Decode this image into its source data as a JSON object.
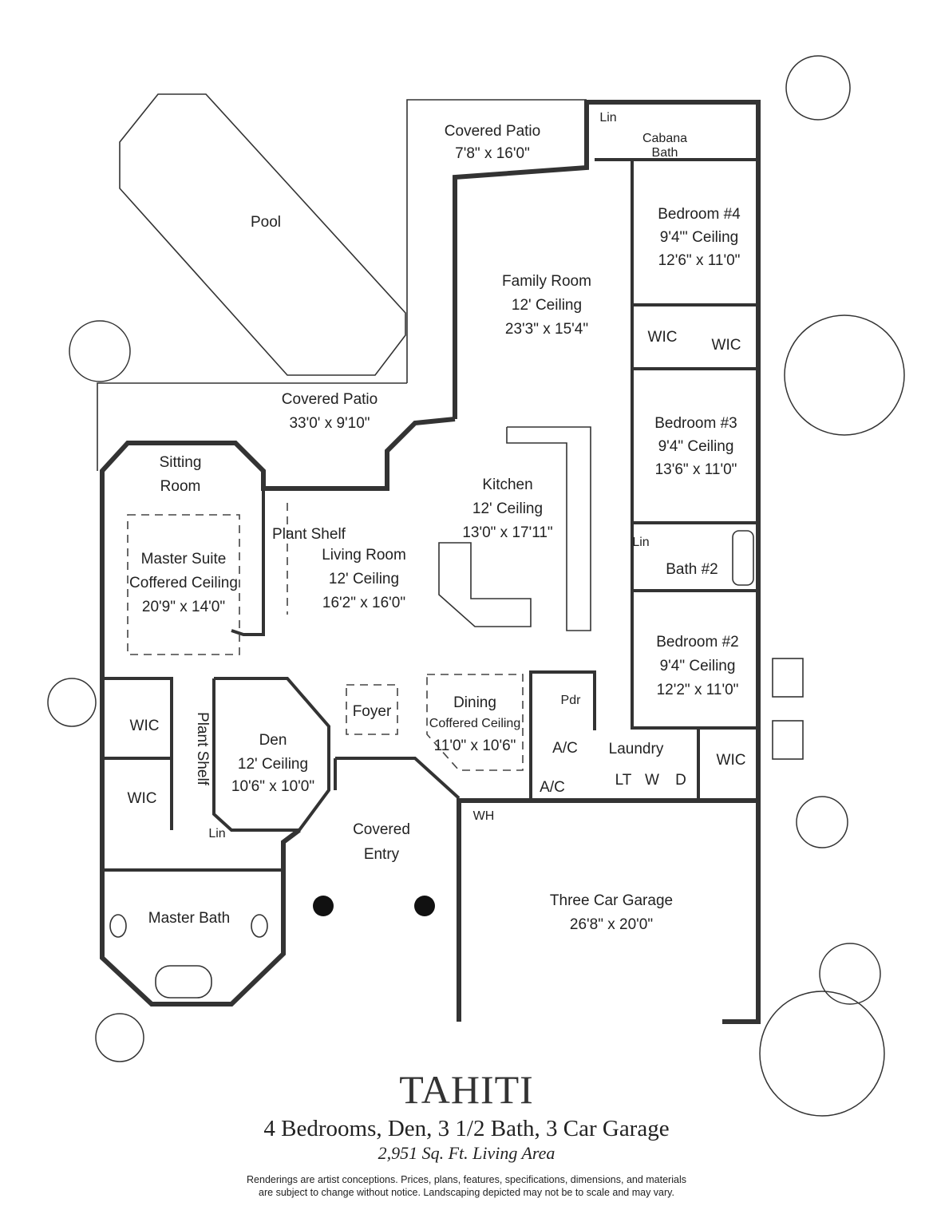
{
  "plan": {
    "name": "TAHITI",
    "summary": "4 Bedrooms, Den, 3 1/2 Bath, 3 Car Garage",
    "living_area": "2,951  Sq. Ft. Living Area",
    "disclaimer_line1": "Renderings are artist conceptions.  Prices, plans, features, specifications, dimensions, and materials",
    "disclaimer_line2": "are subject to change without notice.  Landscaping depicted may not be to scale and may vary."
  },
  "rooms": {
    "pool": "Pool",
    "covered_patio_top": {
      "name": "Covered Patio",
      "size": "7'8\" x 16'0\""
    },
    "lin_top": "Lin",
    "cabana_bath": {
      "line1": "Cabana",
      "line2": "Bath"
    },
    "bedroom4": {
      "name": "Bedroom #4",
      "ceiling": "9'4\"' Ceiling",
      "size": "12'6\" x 11'0\""
    },
    "family_room": {
      "name": "Family Room",
      "ceiling": "12' Ceiling",
      "size": "23'3\" x 15'4\""
    },
    "wic_b4": "WIC",
    "wic_b3": "WIC",
    "covered_patio_main": {
      "name": "Covered Patio",
      "size": "33'0' x 9'10\""
    },
    "bedroom3": {
      "name": "Bedroom #3",
      "ceiling": "9'4\" Ceiling",
      "size": "13'6\" x 11'0\""
    },
    "sitting_room": {
      "line1": "Sitting",
      "line2": "Room"
    },
    "kitchen": {
      "name": "Kitchen",
      "ceiling": "12' Ceiling",
      "size": "13'0\" x 17'11\""
    },
    "plant_shelf_1": "Plant Shelf",
    "master_suite": {
      "name": "Master Suite",
      "ceiling": "Coffered Ceiling",
      "size": "20'9\" x 14'0\""
    },
    "living_room": {
      "name": "Living Room",
      "ceiling": "12' Ceiling",
      "size": "16'2\" x 16'0\""
    },
    "lin_bath2": "Lin",
    "bath2": "Bath #2",
    "bedroom2": {
      "name": "Bedroom #2",
      "ceiling": "9'4\" Ceiling",
      "size": "12'2\" x 11'0\""
    },
    "wic_master1": "WIC",
    "plant_shelf_2": "Plant Shelf",
    "den": {
      "name": "Den",
      "ceiling": "12' Ceiling",
      "size": "10'6\" x 10'0\""
    },
    "foyer": "Foyer",
    "dining": {
      "name": "Dining",
      "ceiling": "Coffered Ceiling",
      "size": "11'0\" x 10'6\""
    },
    "pdr": "Pdr",
    "ac1": "A/C",
    "ac2": "A/C",
    "laundry": "Laundry",
    "lt": "LT",
    "washer": "W",
    "dryer": "D",
    "wic_b2": "WIC",
    "wic_master2": "WIC",
    "lin_master": "Lin",
    "wh": "WH",
    "covered_entry": {
      "line1": "Covered",
      "line2": "Entry"
    },
    "master_bath": "Master Bath",
    "garage": {
      "name": "Three Car Garage",
      "size": "26'8\" x 20'0\""
    }
  }
}
